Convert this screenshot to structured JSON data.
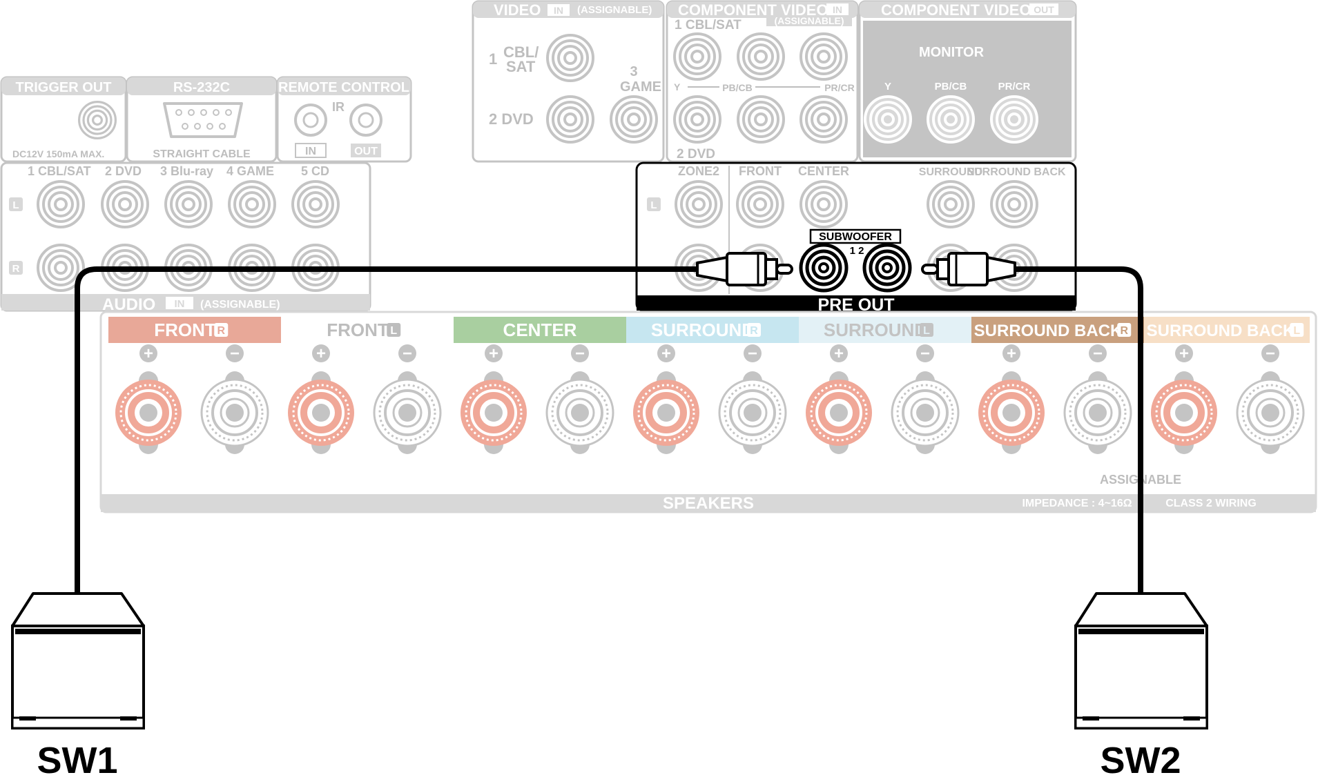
{
  "panel": {
    "trigger_out": {
      "title": "TRIGGER OUT",
      "note": "DC12V 150mA MAX."
    },
    "rs232c": {
      "title": "RS-232C",
      "note": "STRAIGHT CABLE"
    },
    "remote_control": {
      "title": "REMOTE CONTROL",
      "ir": "IR",
      "in": "IN",
      "out": "OUT"
    },
    "video_in": {
      "title": "VIDEO",
      "badge": "IN",
      "assignable": "(ASSIGNABLE)",
      "row1_num": "1",
      "row1_line1": "CBL/",
      "row1_line2": "SAT",
      "row2": "2  DVD",
      "game_num": "3",
      "game": "GAME"
    },
    "component_in": {
      "title": "COMPONENT VIDEO",
      "badge": "IN",
      "assignable": "(ASSIGNABLE)",
      "row1": "1 CBL/SAT",
      "y": "Y",
      "pb": "PB/CB",
      "pr": "PR/CR",
      "row2": "2 DVD"
    },
    "component_out": {
      "title": "COMPONENT VIDEO",
      "badge": "OUT",
      "monitor": "MONITOR",
      "y": "Y",
      "pb": "PB/CB",
      "pr": "PR/CR"
    },
    "audio_in": {
      "title": "AUDIO",
      "badge": "IN",
      "assignable": "(ASSIGNABLE)",
      "l": "L",
      "r": "R",
      "inputs": [
        "1 CBL/SAT",
        "2 DVD",
        "3 Blu-ray",
        "4 GAME",
        "5 CD"
      ]
    },
    "pre_out": {
      "title": "PRE OUT",
      "l": "L",
      "zone2": "ZONE2",
      "front": "FRONT",
      "center": "CENTER",
      "surround": "SURROUND",
      "surround_back": "SURROUND BACK",
      "subwoofer": "SUBWOOFER",
      "sub_nums": "1 2"
    },
    "speakers": {
      "title": "SPEAKERS",
      "assignable": "ASSIGNABLE",
      "impedance": "IMPEDANCE : 4~16Ω",
      "class2": "CLASS 2 WIRING",
      "plus": "+",
      "minus": "−",
      "channels": [
        {
          "label": "FRONT",
          "side": "R",
          "color": "#e8a898",
          "text": "#ffffff"
        },
        {
          "label": "FRONT",
          "side": "L",
          "color": "#ffffff",
          "text": "#bdbdbd"
        },
        {
          "label": "CENTER",
          "side": "",
          "color": "#a9cfa0",
          "text": "#ffffff"
        },
        {
          "label": "SURROUND",
          "side": "R",
          "color": "#c6e6f0",
          "text": "#ffffff"
        },
        {
          "label": "SURROUND",
          "side": "L",
          "color": "#e3f1f6",
          "text": "#c3c3c3"
        },
        {
          "label": "SURROUND BACK",
          "side": "R",
          "color": "#c9a07e",
          "text": "#ffffff"
        },
        {
          "label": "SURROUND BACK",
          "side": "L",
          "color": "#f7dfc6",
          "text": "#ffffff"
        }
      ]
    }
  },
  "subwoofers": [
    {
      "label": "SW1"
    },
    {
      "label": "SW2"
    }
  ],
  "colors": {
    "panel_fill": "#d8d8d8",
    "panel_stroke": "#bdbdbd",
    "panel_text": "#bdbdbd",
    "jack_ring": "#c4c4c4",
    "plus_terminal": "#f0a898",
    "cable": "#000000"
  }
}
